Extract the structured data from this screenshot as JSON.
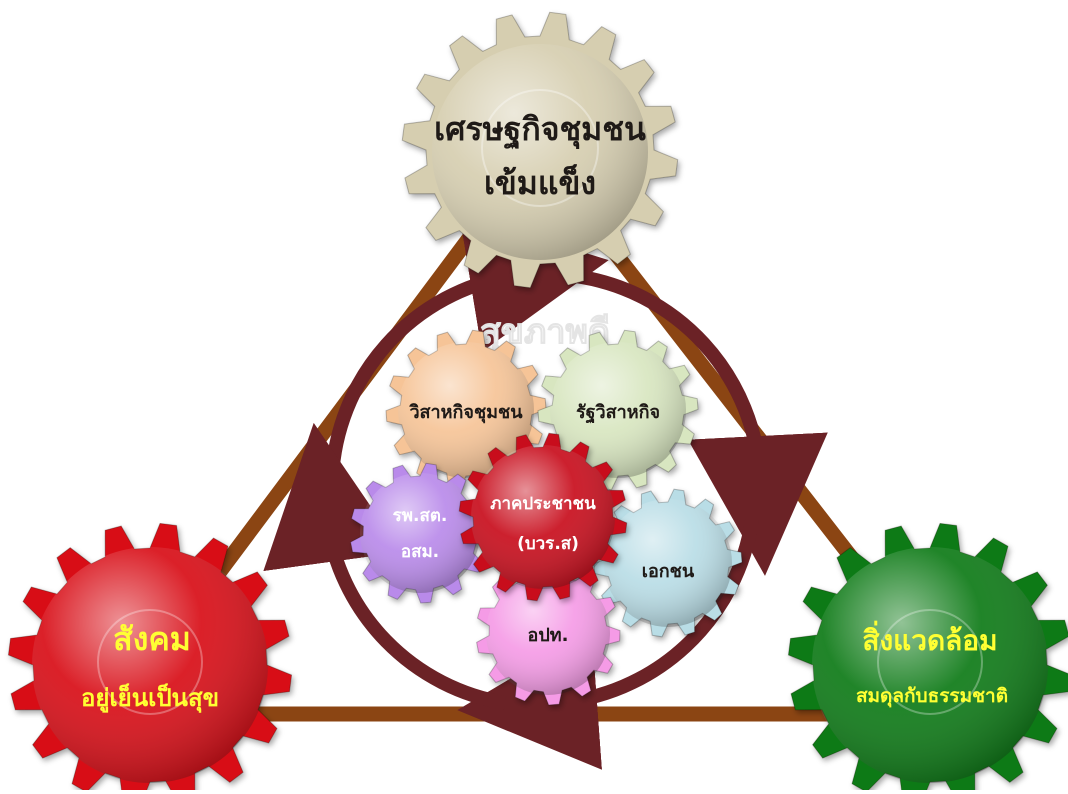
{
  "diagram": {
    "center_title": "สุขภาพดี",
    "top_gear": {
      "line1": "เศรษฐกิจชุมชน",
      "line2": "เข้มแข็ง",
      "color": "#d6ceb0",
      "text_color": "#1f1a17"
    },
    "left_gear": {
      "line1": "สังคม",
      "line2": "อยู่เย็นเป็นสุข",
      "color": "#d80f14",
      "text_color": "#ffff33"
    },
    "right_gear": {
      "line1": "สิ่งแวดล้อม",
      "line2": "สมดุลกับธรรมชาติ",
      "color": "#0f7a12",
      "text_color": "#ffff33"
    },
    "inner_gears": [
      {
        "id": "community-enterprise",
        "label": "วิสาหกิจชุมชน",
        "color": "#f6c497",
        "text_color": "#1f1a17"
      },
      {
        "id": "state-enterprise",
        "label": "รัฐวิสาหกิจ",
        "color": "#d8e6c0",
        "text_color": "#1f1a17"
      },
      {
        "id": "health-volunteers",
        "label_line1": "รพ.สต.",
        "label_line2": "อสม.",
        "color": "#b98aea",
        "text_color": "#ffffff"
      },
      {
        "id": "private-sector",
        "label": "เอกชน",
        "color": "#b9dde6",
        "text_color": "#1f1a17"
      },
      {
        "id": "local-government",
        "label": "อปท.",
        "color": "#f59be6",
        "text_color": "#1f1a17"
      },
      {
        "id": "civil-society",
        "label_line1": "ภาคประชาชน",
        "label_line2": "(บวร.ส)",
        "color": "#c8101e",
        "text_color": "#ffffff"
      }
    ],
    "colors": {
      "triangle": "#8b4513",
      "cycle_arrow": "#6b2226",
      "title": "#ffffff"
    }
  }
}
